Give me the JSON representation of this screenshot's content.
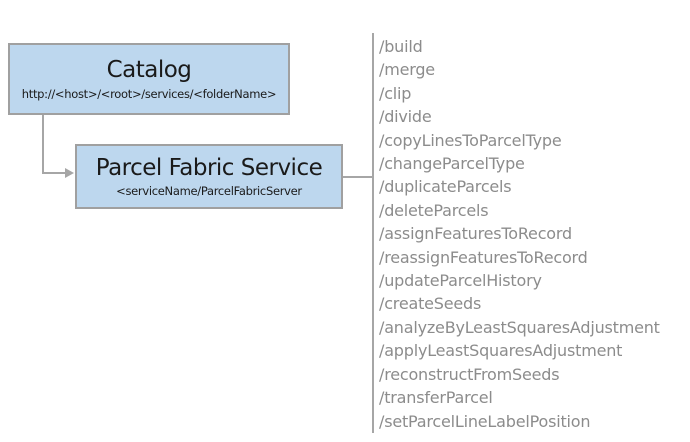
{
  "diagram": {
    "catalog_box": {
      "title": "Catalog",
      "subtitle": "http://<host>/<root>/services/<folderName>"
    },
    "service_box": {
      "title": "Parcel Fabric Service",
      "subtitle": "<serviceName/ParcelFabricServer"
    },
    "endpoints": [
      "/build",
      "/merge",
      "/clip",
      "/divide",
      "/copyLinesToParcelType",
      "/changeParcelType",
      "/duplicateParcels",
      "/deleteParcels",
      "/assignFeaturesToRecord",
      "/reassignFeaturesToRecord",
      "/updateParcelHistory",
      "/createSeeds",
      "/analyzeByLeastSquaresAdjustment",
      "/applyLeastSquaresAdjustment",
      "/reconstructFromSeeds",
      "/transferParcel",
      "/setParcelLineLabelPosition"
    ],
    "colors": {
      "box_fill": "#bdd7ee",
      "box_border": "#a0a0a0",
      "connector": "#a6a6a6",
      "endpoint_text": "#8c8c8c",
      "title_text": "#1a1a1a"
    }
  }
}
